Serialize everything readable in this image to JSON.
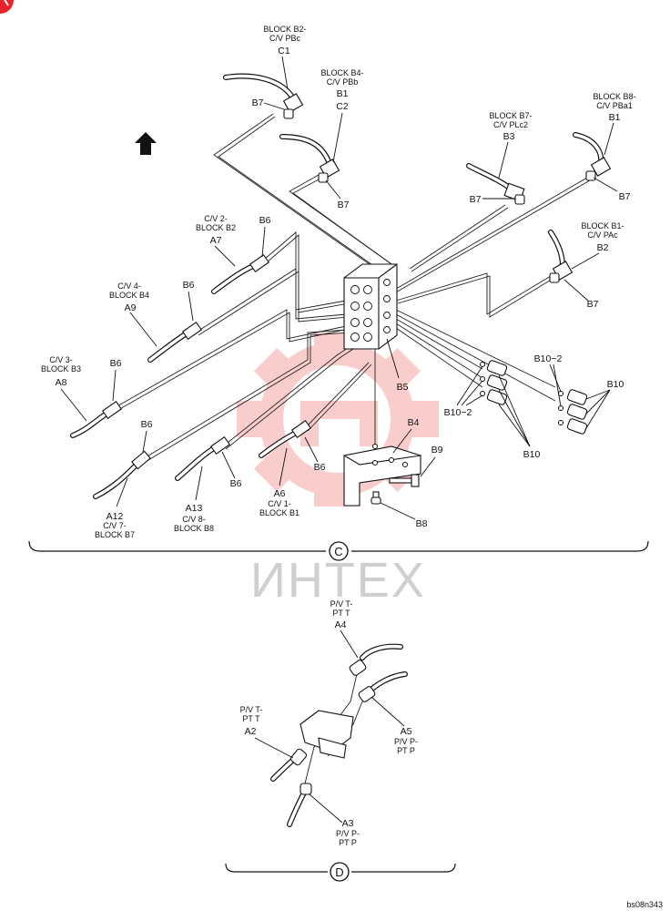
{
  "section_c": {
    "marker": "C",
    "callouts": {
      "b2_pbc": [
        "BLOCK B2-",
        "C/V PBc",
        "C1"
      ],
      "b4_pbb": [
        "BLOCK B4-",
        "C/V PBb",
        "B1",
        "C2"
      ],
      "b7_plc2": [
        "BLOCK B7-",
        "C/V PLc2",
        "B3"
      ],
      "b8_pba1": [
        "BLOCK B8-",
        "C/V PBa1",
        "B1"
      ],
      "b1_pac": [
        "BLOCK B1-",
        "C/V PAc",
        "B2"
      ],
      "cv2": [
        "C/V 2-",
        "BLOCK B2",
        "A7"
      ],
      "cv4": [
        "C/V 4-",
        "BLOCK B4",
        "A9"
      ],
      "cv3": [
        "C/V 3-",
        "BLOCK B3",
        "A8"
      ],
      "a12": [
        "A12",
        "C/V 7-",
        "BLOCK B7"
      ],
      "a13": [
        "A13",
        "C/V 8-",
        "BLOCK B8"
      ],
      "a6": [
        "A6",
        "C/V 1-",
        "BLOCK B1"
      ]
    },
    "part_labels": {
      "b7": "B7",
      "b6": "B6",
      "b5": "B5",
      "b4": "B4",
      "b9": "B9",
      "b8": "B8",
      "b10": "B10",
      "b10_2": "B10−2"
    }
  },
  "section_d": {
    "marker": "D",
    "callouts": {
      "a4": [
        "P/V T-",
        "PT T",
        "A4"
      ],
      "a2": [
        "P/V T-",
        "PT T",
        "A2"
      ],
      "a5": [
        "A5",
        "P/V P-",
        "PT P"
      ],
      "a3": [
        "A3",
        "P/V P-",
        "PT P"
      ]
    }
  },
  "watermark": "ИНТЕХ",
  "drawing_id": "bs08n343",
  "icons": [
    "up-arrow-icon",
    "red-corner-mark-icon",
    "gear-watermark-icon"
  ],
  "colors": {
    "ink": "#111111",
    "watermark_red": "#f26b6b",
    "watermark_grey": "#cfcfcf",
    "corner_red": "#e8232a"
  }
}
